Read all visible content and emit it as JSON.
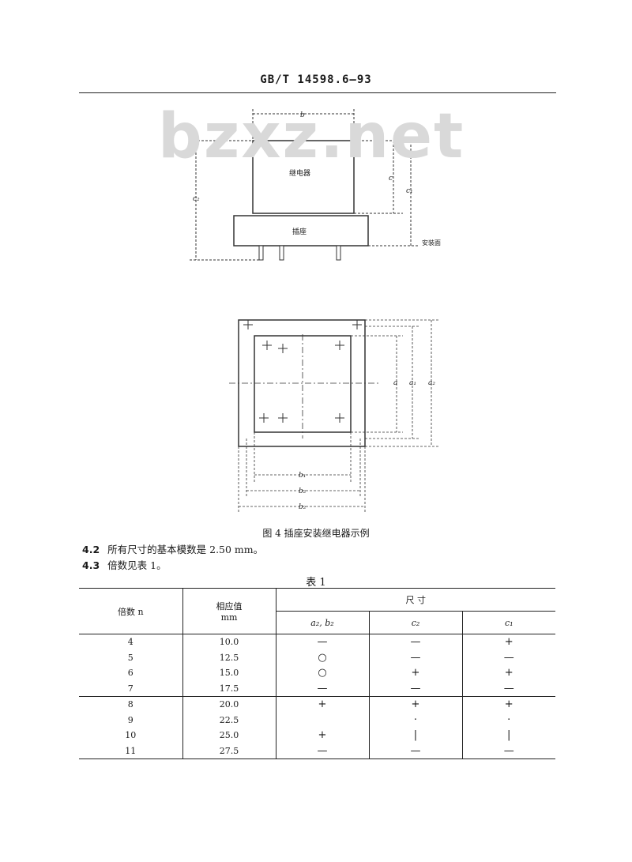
{
  "header": {
    "standard_code": "GB/T 14598.6—93"
  },
  "watermark": "bzxz.net",
  "figure_top": {
    "label_relay": "继电器",
    "label_socket": "插座",
    "label_b": "b",
    "label_c": "c",
    "label_c1": "c₁",
    "label_c2": "c₂",
    "label_mount_surface": "安装面"
  },
  "figure_bottom": {
    "label_a": "a",
    "label_a1": "a₁",
    "label_a2": "a₂",
    "label_b1": "b₁",
    "label_b2": "b₂",
    "label_b3": "b₂"
  },
  "figure_caption": "图 4  插座安装继电器示例",
  "paragraphs": [
    {
      "num": "4.2",
      "text": "所有尺寸的基本模数是 2.50 mm。"
    },
    {
      "num": "4.3",
      "text": "倍数见表 1。"
    }
  ],
  "table": {
    "title": "表 1",
    "col_multiple": "倍数 n",
    "col_value": "相应值",
    "col_value_unit": "mm",
    "col_dimension": "尺    寸",
    "sub_headers": [
      "a₂, b₂",
      "c₂",
      "c₁"
    ],
    "rows": [
      {
        "n": "4",
        "value": "10.0",
        "s1": "—",
        "s2": "—",
        "s3": "+"
      },
      {
        "n": "5",
        "value": "12.5",
        "s1": "○",
        "s2": "—",
        "s3": "—"
      },
      {
        "n": "6",
        "value": "15.0",
        "s1": "○",
        "s2": "+",
        "s3": "+"
      },
      {
        "n": "7",
        "value": "17.5",
        "s1": "—",
        "s2": "—",
        "s3": "—"
      },
      {
        "n": "8",
        "value": "20.0",
        "s1": "+",
        "s2": "+",
        "s3": "+"
      },
      {
        "n": "9",
        "value": "22.5",
        "s1": "",
        "s2": "·",
        "s3": "·"
      },
      {
        "n": "10",
        "value": "25.0",
        "s1": "+",
        "s2": "|",
        "s3": "|"
      },
      {
        "n": "11",
        "value": "27.5",
        "s1": "—",
        "s2": "—",
        "s3": "—"
      }
    ]
  }
}
